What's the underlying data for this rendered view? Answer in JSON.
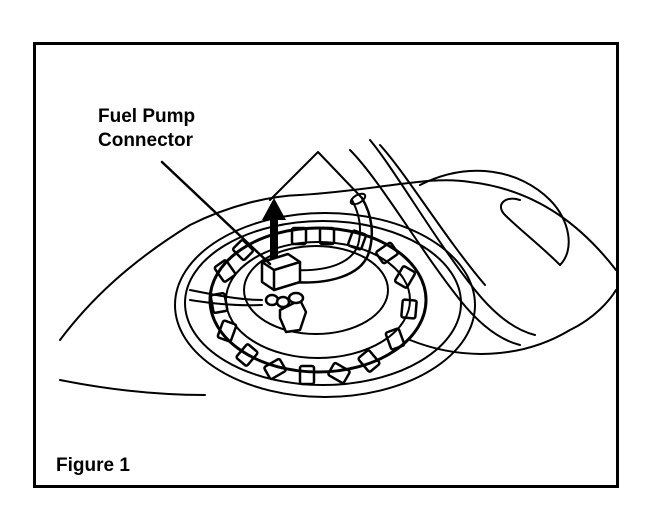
{
  "callout": {
    "line1": "Fuel Pump",
    "line2": "Connector"
  },
  "figure_label": "Figure 1",
  "colors": {
    "ink": "#000000",
    "paper": "#ffffff",
    "frame": "#000000"
  },
  "icons": {
    "arrow": "up-arrow-icon"
  }
}
